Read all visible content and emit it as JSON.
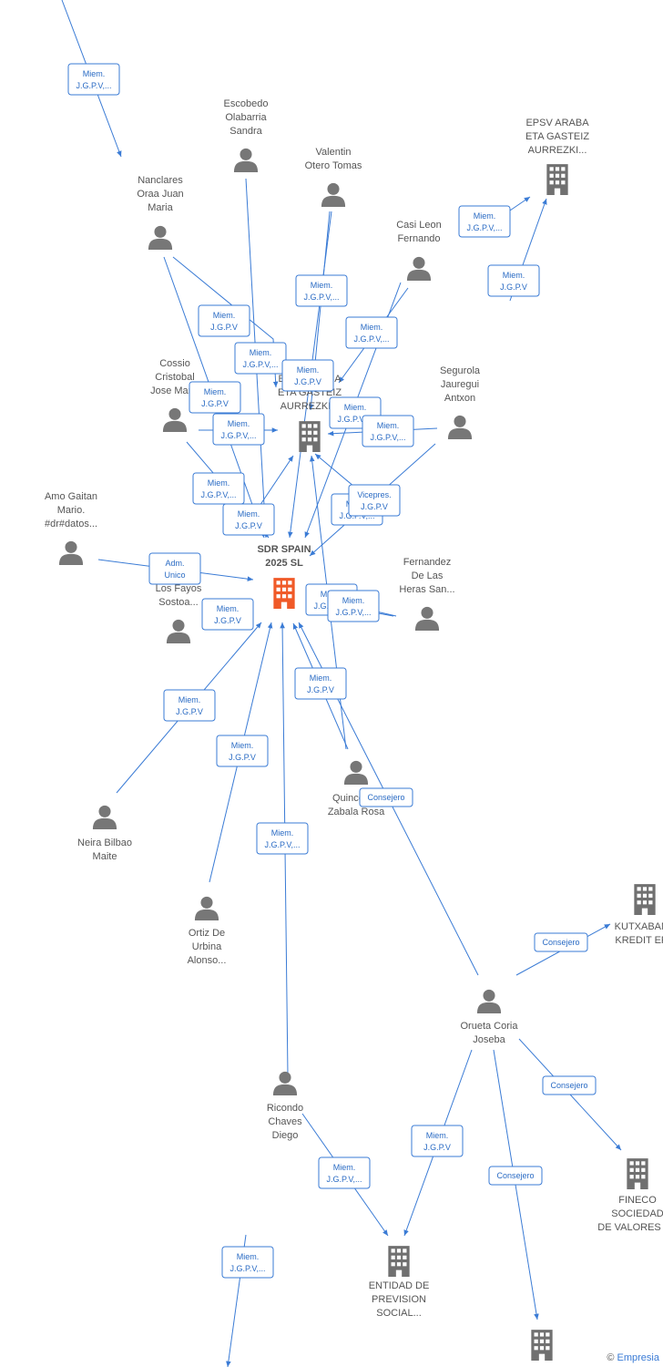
{
  "colors": {
    "edge": "#3a7bd5",
    "person": "#777777",
    "company": "#707070",
    "focus_company": "#f05a28",
    "label_text": "#555555"
  },
  "focus": "SDR SPAIN 2025 SL",
  "nodes": [
    {
      "id": "sdr",
      "kind": "company",
      "focus": true,
      "lines": [
        "SDR SPAIN",
        "2025  SL"
      ]
    },
    {
      "id": "epsv1",
      "kind": "company",
      "lines": [
        "EPSV ARABA",
        "ETA GASTEIZ",
        "AURREZKI..."
      ]
    },
    {
      "id": "epsv2",
      "kind": "company",
      "lines": [
        "EPSV ARABA",
        "ETA GASTEIZ",
        "AURREZKI..."
      ]
    },
    {
      "id": "kutxabank",
      "kind": "company",
      "lines": [
        "KUTXABANK",
        "KREDIT EFC"
      ]
    },
    {
      "id": "fineco",
      "kind": "company",
      "lines": [
        "FINECO",
        "SOCIEDAD",
        "DE VALORES Y..."
      ]
    },
    {
      "id": "entidad",
      "kind": "company",
      "lines": [
        "ENTIDAD DE",
        "PREVISION",
        "SOCIAL..."
      ]
    },
    {
      "id": "bottomco",
      "kind": "company",
      "lines": []
    },
    {
      "id": "escobedo",
      "kind": "person",
      "lines": [
        "Escobedo",
        "Olabarria",
        "Sandra"
      ]
    },
    {
      "id": "valentin",
      "kind": "person",
      "lines": [
        "Valentin",
        "Otero Tomas"
      ]
    },
    {
      "id": "nanclares",
      "kind": "person",
      "lines": [
        "Nanclares",
        "Oraa Juan",
        "Maria"
      ]
    },
    {
      "id": "casi",
      "kind": "person",
      "lines": [
        "Casi Leon",
        "Fernando"
      ]
    },
    {
      "id": "cossio",
      "kind": "person",
      "lines": [
        "Cossio",
        "Cristobal",
        "Jose Maria"
      ]
    },
    {
      "id": "segurola",
      "kind": "person",
      "lines": [
        "Segurola",
        "Jauregui",
        "Antxon"
      ]
    },
    {
      "id": "amo",
      "kind": "person",
      "lines": [
        "Amo Gaitan",
        "Mario.",
        "#dr#datos..."
      ]
    },
    {
      "id": "garcia",
      "kind": "person",
      "lines": [
        "Garcia De",
        "Los Fayos",
        "Sostoa..."
      ]
    },
    {
      "id": "fernandez",
      "kind": "person",
      "lines": [
        "Fernandez",
        "De Las",
        "Heras San..."
      ]
    },
    {
      "id": "neira",
      "kind": "person",
      "lines": [
        "Neira Bilbao",
        "Maite"
      ]
    },
    {
      "id": "quincoces",
      "kind": "person",
      "lines": [
        "Quincoces",
        "Zabala Rosa"
      ]
    },
    {
      "id": "ortiz",
      "kind": "person",
      "lines": [
        "Ortiz De",
        "Urbina",
        "Alonso..."
      ]
    },
    {
      "id": "orueta",
      "kind": "person",
      "lines": [
        "Orueta Coria",
        "Joseba"
      ]
    },
    {
      "id": "ricondo",
      "kind": "person",
      "lines": [
        "Ricondo",
        "Chaves",
        "Diego"
      ]
    }
  ],
  "edges": [
    {
      "id": "e1",
      "lines": [
        "Miem.",
        "J.G.P.V,..."
      ]
    },
    {
      "id": "e2",
      "lines": [
        "Miem.",
        "J.G.P.V,..."
      ]
    },
    {
      "id": "e3",
      "lines": [
        "Miem.",
        "J.G.P.V,..."
      ]
    },
    {
      "id": "e4",
      "lines": [
        "Miem.",
        "J.G.P.V"
      ]
    },
    {
      "id": "e5",
      "lines": [
        "Miem.",
        "J.G.P.V"
      ]
    },
    {
      "id": "e6",
      "lines": [
        "Miem.",
        "J.G.P.V,..."
      ]
    },
    {
      "id": "e7",
      "lines": [
        "Miem.",
        "J.G.P.V,..."
      ]
    },
    {
      "id": "e8",
      "lines": [
        "Miem.",
        "J.G.P.V"
      ]
    },
    {
      "id": "e9",
      "lines": [
        "Miem.",
        "J.G.P.V"
      ]
    },
    {
      "id": "e10",
      "lines": [
        "Miem.",
        "J.G.P.V,..."
      ]
    },
    {
      "id": "e11",
      "lines": [
        "Miem.",
        "J.G.P.V,..."
      ]
    },
    {
      "id": "e12",
      "lines": [
        "Miem.",
        "J.G.P.V,..."
      ]
    },
    {
      "id": "e13",
      "lines": [
        "Miem.",
        "J.G.P.V,..."
      ]
    },
    {
      "id": "e14",
      "lines": [
        "Miem.",
        "J.G.P.V"
      ]
    },
    {
      "id": "e15",
      "lines": [
        "Miem.",
        "J.G.P.V,..."
      ]
    },
    {
      "id": "e16",
      "lines": [
        "Vicepres.",
        "J.G.P.V"
      ]
    },
    {
      "id": "e17",
      "lines": [
        "Adm.",
        "Unico"
      ]
    },
    {
      "id": "e18",
      "lines": [
        "Miem.",
        "J.G.P.V"
      ]
    },
    {
      "id": "e19",
      "lines": [
        "Miem.",
        "J.G.P.V,..."
      ]
    },
    {
      "id": "e20",
      "lines": [
        "Miem.",
        "J.G.P.V,..."
      ]
    },
    {
      "id": "e21",
      "lines": [
        "Miem.",
        "J.G.P.V"
      ]
    },
    {
      "id": "e22",
      "lines": [
        "Miem.",
        "J.G.P.V"
      ]
    },
    {
      "id": "e23",
      "lines": [
        "Miem.",
        "J.G.P.V"
      ]
    },
    {
      "id": "e24",
      "lines": [
        "Miem.",
        "J.G.P.V"
      ]
    },
    {
      "id": "e25",
      "lines": [
        "Miem.",
        "J.G.P.V,..."
      ]
    },
    {
      "id": "e26",
      "lines": [
        "Consejero"
      ]
    },
    {
      "id": "e27",
      "lines": [
        "Consejero"
      ]
    },
    {
      "id": "e28",
      "lines": [
        "Miem.",
        "J.G.P.V"
      ]
    },
    {
      "id": "e29",
      "lines": [
        "Consejero"
      ]
    },
    {
      "id": "e30",
      "lines": [
        "Miem.",
        "J.G.P.V,..."
      ]
    },
    {
      "id": "e31",
      "lines": [
        "Miem.",
        "J.G.P.V,..."
      ]
    }
  ],
  "footer": {
    "copyright": "©",
    "brand": "Empresia"
  }
}
